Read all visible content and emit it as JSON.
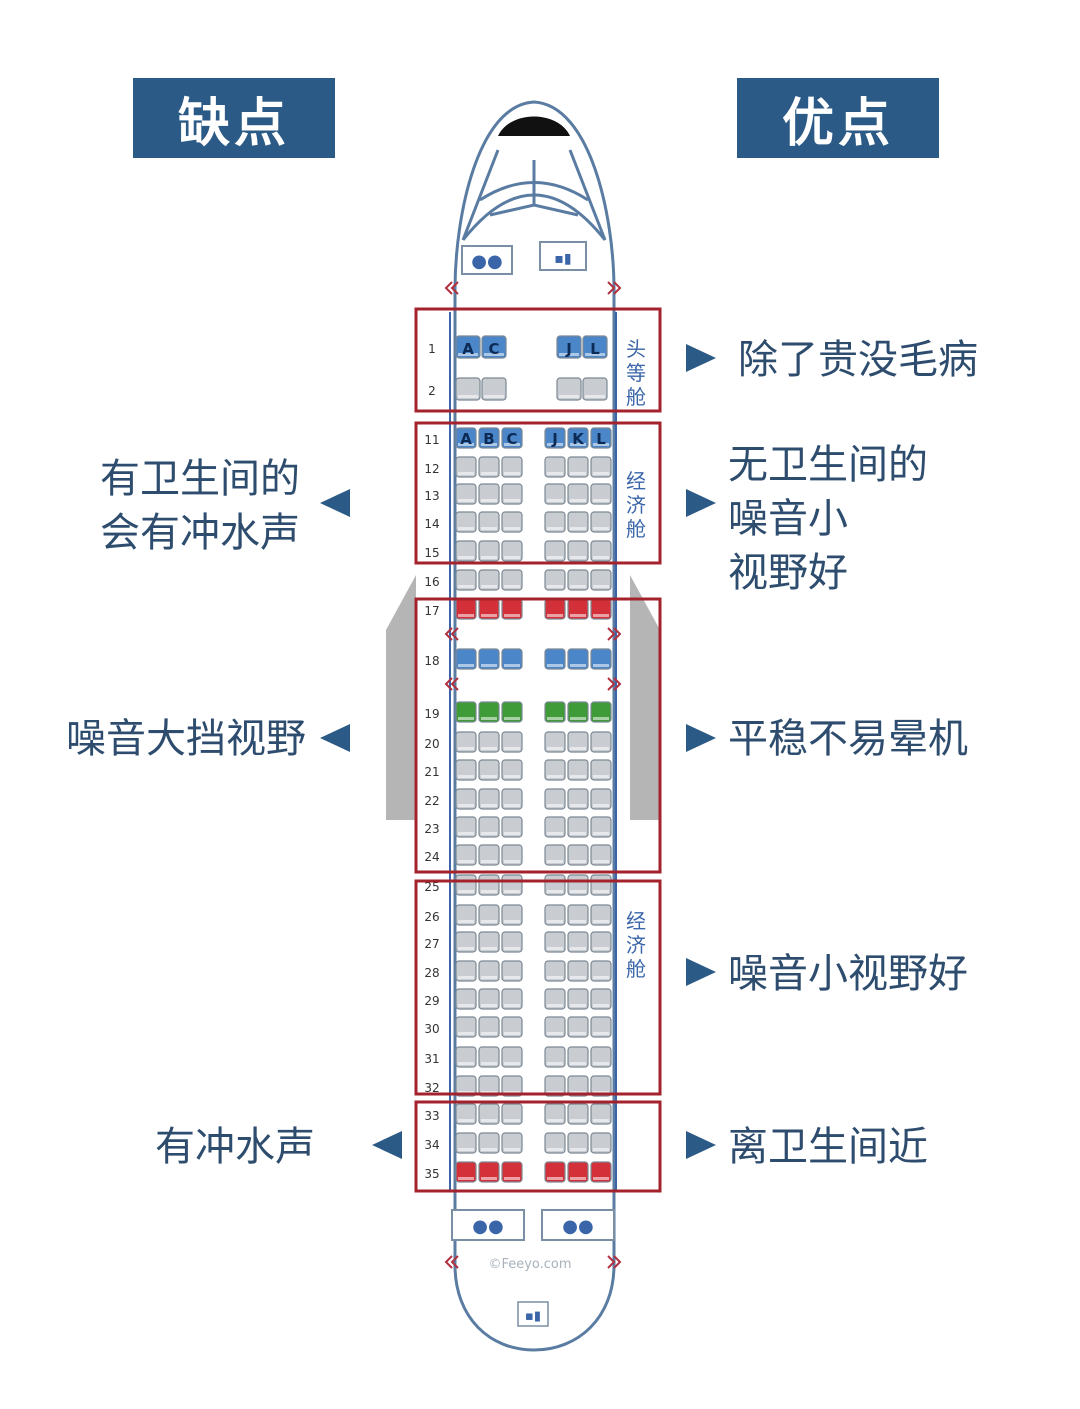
{
  "colors": {
    "header_bg": "#2b5a86",
    "header_text": "#ffffff",
    "note_text": "#2e4d6e",
    "arrow": "#2b5a86",
    "zone_border": "#a3222b",
    "seat_blue": "#4a86c8",
    "seat_red": "#d3303a",
    "seat_green": "#3f9a38",
    "seat_gray": "#c9cdd2",
    "fuselage": "#5a7ca2"
  },
  "headers": {
    "cons": "缺点",
    "pros": "优点"
  },
  "cabin": {
    "first_class_label": "头等舱",
    "economy_label_1": "经济舱",
    "economy_label_2": "经济舱",
    "watermark": "©Feeyo.com",
    "first_rows": [
      "1",
      "2"
    ],
    "first_letters_left": [
      "A",
      "C"
    ],
    "first_letters_right": [
      "J",
      "L"
    ],
    "eco_letters_left": [
      "A",
      "B",
      "C"
    ],
    "eco_letters_right": [
      "J",
      "K",
      "L"
    ],
    "eco_rows": [
      "11",
      "12",
      "13",
      "14",
      "15",
      "16",
      "17",
      "18",
      "19",
      "20",
      "21",
      "22",
      "23",
      "24",
      "25",
      "26",
      "27",
      "28",
      "29",
      "30",
      "31",
      "32",
      "33",
      "34",
      "35"
    ],
    "icons": {
      "toilet_front": "restroom-icon",
      "galley_front": "galley-icon",
      "toilet_rear_left": "restroom-icon",
      "toilet_rear_right": "restroom-icon",
      "galley_rear": "galley-icon"
    }
  },
  "cons": {
    "zone2": [
      "有卫生间的",
      "会有冲水声"
    ],
    "zone3": [
      "噪音大挡视野"
    ],
    "zone5": [
      "有冲水声"
    ]
  },
  "pros": {
    "zone1": [
      "除了贵没毛病"
    ],
    "zone2": [
      "无卫生间的",
      "噪音小",
      "视野好"
    ],
    "zone3": [
      "平稳不易晕机"
    ],
    "zone4": [
      "噪音小视野好"
    ],
    "zone5": [
      "离卫生间近"
    ]
  }
}
